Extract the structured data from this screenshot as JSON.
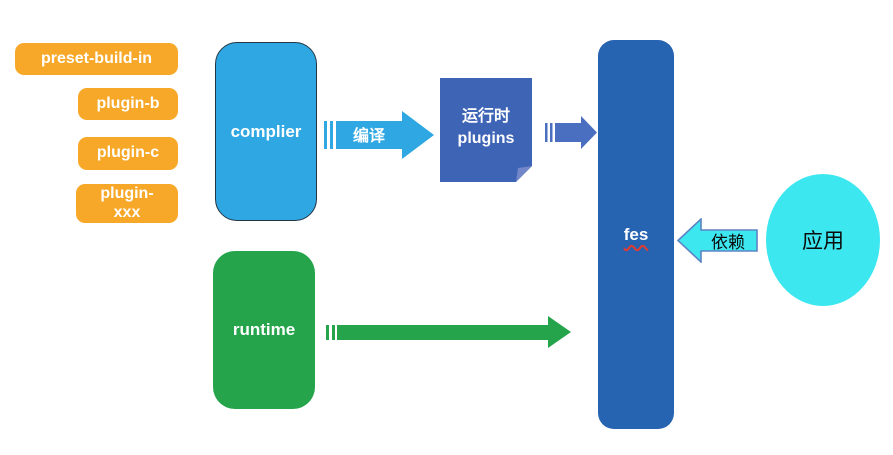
{
  "colors": {
    "orange": "#F7A828",
    "light_blue": "#2EA7E3",
    "note_blue": "#3E64B6",
    "note_fold": "#7286C9",
    "arrow_blue": "#4A6FC0",
    "fes_blue": "#2663B1",
    "green": "#25A44B",
    "cyan": "#3DE7EF",
    "depends_border": "#5B84C4",
    "underline_red": "#E03C31"
  },
  "diagram": {
    "plugin_badges": [
      {
        "label": "preset-build-in"
      },
      {
        "label": "plugin-b"
      },
      {
        "label": "plugin-c"
      },
      {
        "label": "plugin-xxx"
      }
    ],
    "complier_box": {
      "label": "complier"
    },
    "runtime_box": {
      "label": "runtime"
    },
    "compile_arrow": {
      "label": "编译"
    },
    "runtime_plugins_note": {
      "label": "运行时\nplugins"
    },
    "fes_box": {
      "label": "fes"
    },
    "depends_arrow": {
      "label": "依赖"
    },
    "app_ellipse": {
      "label": "应用"
    }
  }
}
